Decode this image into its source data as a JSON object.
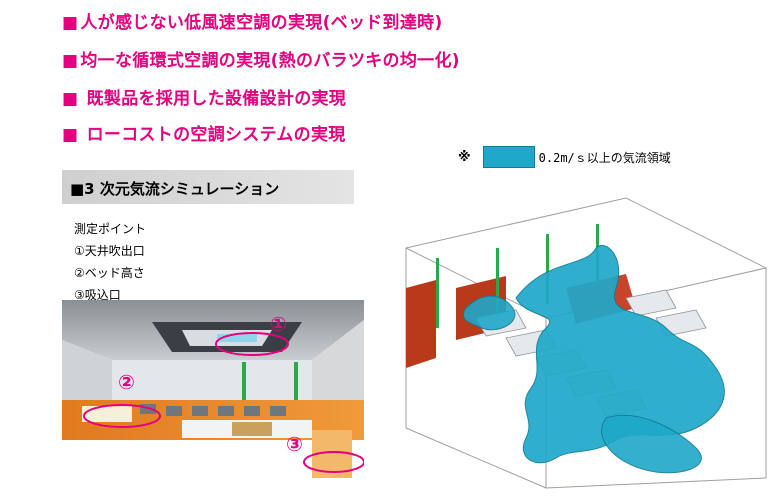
{
  "bullets": [
    "人が感じない低風速空調の実現(ベッド到達時)",
    "均一な循環式空調の実現(熱のバラツキの均一化)",
    " 既製品を採用した設備設計の実現",
    " ローコストの空調システムの実現"
  ],
  "bullet_mark": "■",
  "legend": {
    "note": "※",
    "text": "0.2m/ｓ以上の気流領域",
    "swatch_color": "#1fa8c9"
  },
  "section": {
    "title": "■3 次元気流シミュレーション"
  },
  "measurement": {
    "heading": "測定ポイント",
    "items": [
      "①天井吹出口",
      "②ベッド高さ",
      "③吸込口"
    ]
  },
  "markers": [
    "①",
    "②",
    "③"
  ],
  "colors": {
    "accent": "#e4007f",
    "flow": "#1fa8c9",
    "wall": "#e07a1e"
  }
}
